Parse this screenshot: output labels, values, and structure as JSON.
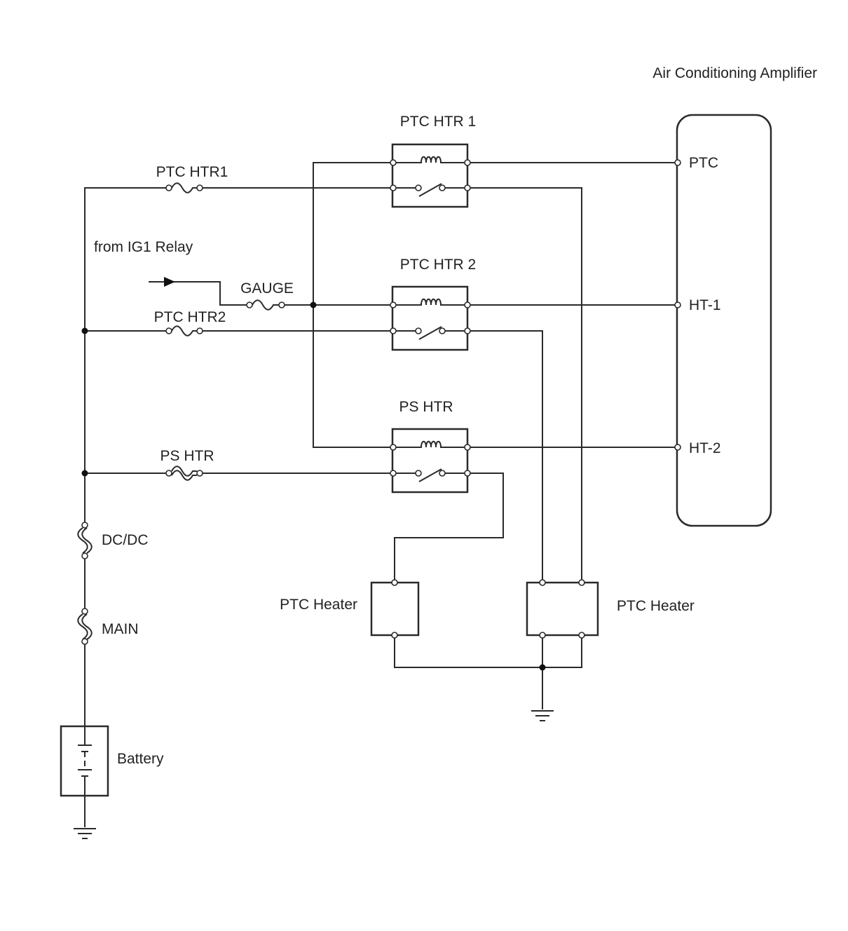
{
  "title": "Air Conditioning Amplifier",
  "relays": {
    "ptc_htr_1": "PTC HTR 1",
    "ptc_htr_2": "PTC HTR 2",
    "ps_htr": "PS HTR"
  },
  "fuses": {
    "ptc_htr1": "PTC HTR1",
    "ptc_htr2": "PTC HTR2",
    "gauge": "GAUGE",
    "ps_htr": "PS HTR",
    "dcdc": "DC/DC",
    "main": "MAIN"
  },
  "source_label": "from IG1 Relay",
  "amplifier_pins": {
    "ptc": "PTC",
    "ht1": "HT-1",
    "ht2": "HT-2"
  },
  "heaters": {
    "left": "PTC Heater",
    "right": "PTC Heater"
  },
  "battery_label": "Battery"
}
